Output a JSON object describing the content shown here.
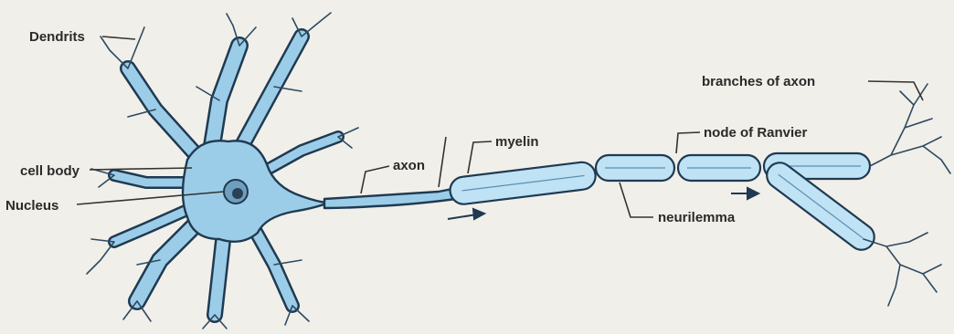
{
  "labels": {
    "dendrits": "Dendrits",
    "cell_body": "cell body",
    "nucleus": "Nucleus",
    "axon": "axon",
    "myelin": "myelin",
    "node_of_ranvier": "node of Ranvier",
    "branches_of_axon": "branches of axon",
    "neurilemma": "neurilemma"
  },
  "colors": {
    "background": "#f1efe9",
    "cell_fill": "#9ccde8",
    "outline": "#1f3a52",
    "myelin_fill": "#bfe2f4",
    "nucleus_fill": "#2b3f55"
  }
}
